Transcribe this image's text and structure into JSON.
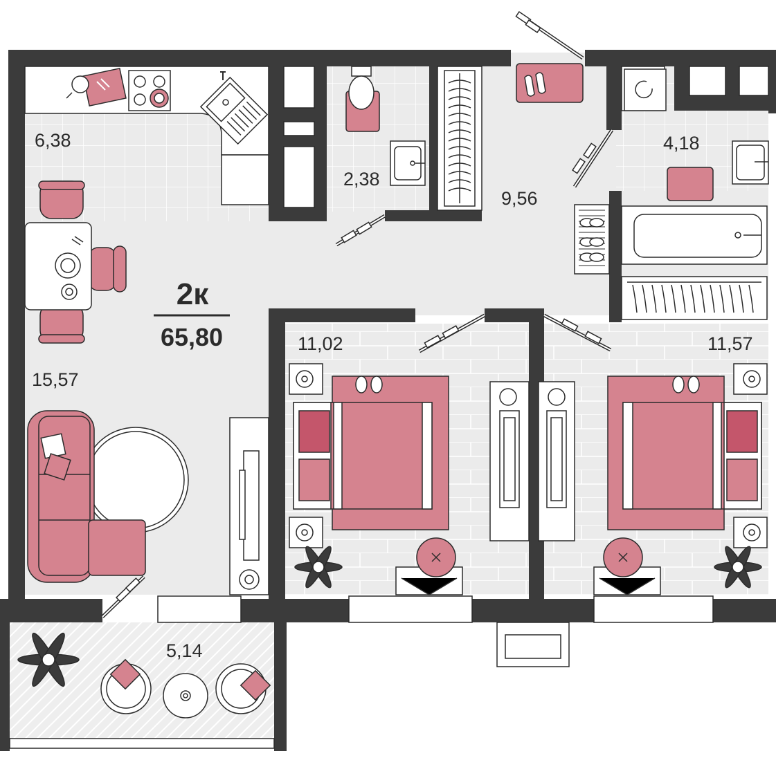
{
  "plan": {
    "rooms_label": "2к",
    "total_area": "65,80"
  },
  "areas": {
    "kitchen": "6,38",
    "bathroom": "2,38",
    "hall": "9,56",
    "bath2": "4,18",
    "living": "15,57",
    "bedroom1": "11,02",
    "bedroom2": "11,57",
    "balcony": "5,14"
  },
  "colors": {
    "wall": "#3b3b3b",
    "accent": "#d5838f",
    "accent_dark": "#c4566b",
    "floor": "#eaeaea",
    "tile_line": "#ffffff",
    "line": "#2b2b2b"
  }
}
